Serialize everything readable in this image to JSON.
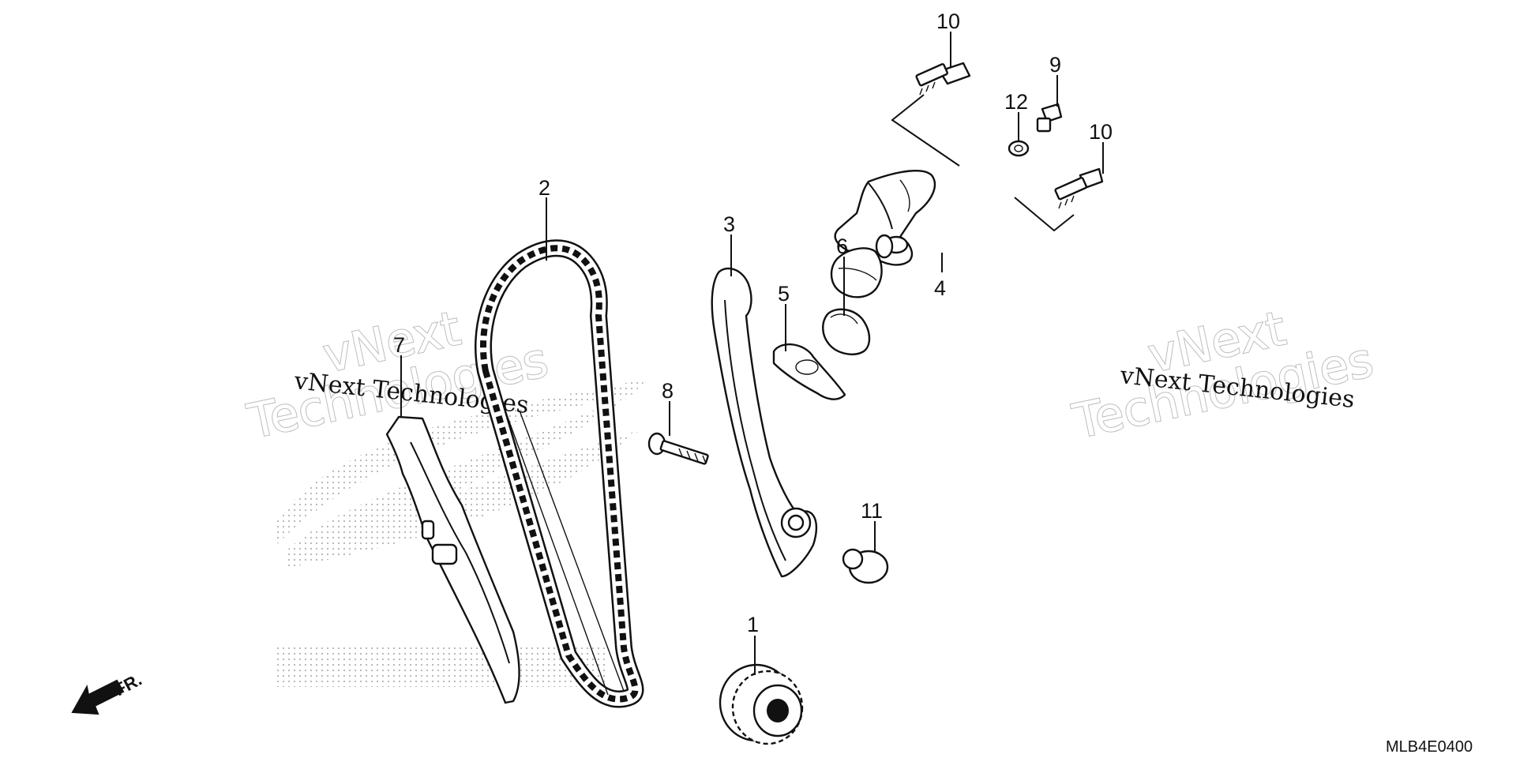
{
  "diagram": {
    "callouts": [
      "1",
      "2",
      "3",
      "4",
      "5",
      "6",
      "7",
      "8",
      "9",
      "10",
      "10",
      "11",
      "12"
    ],
    "watermark_small": "vNext Technologies",
    "watermark_large_top": "vNext",
    "watermark_large_bottom": "Technologies",
    "direction_label": "FR.",
    "diagram_code": "MLB4E0400"
  }
}
